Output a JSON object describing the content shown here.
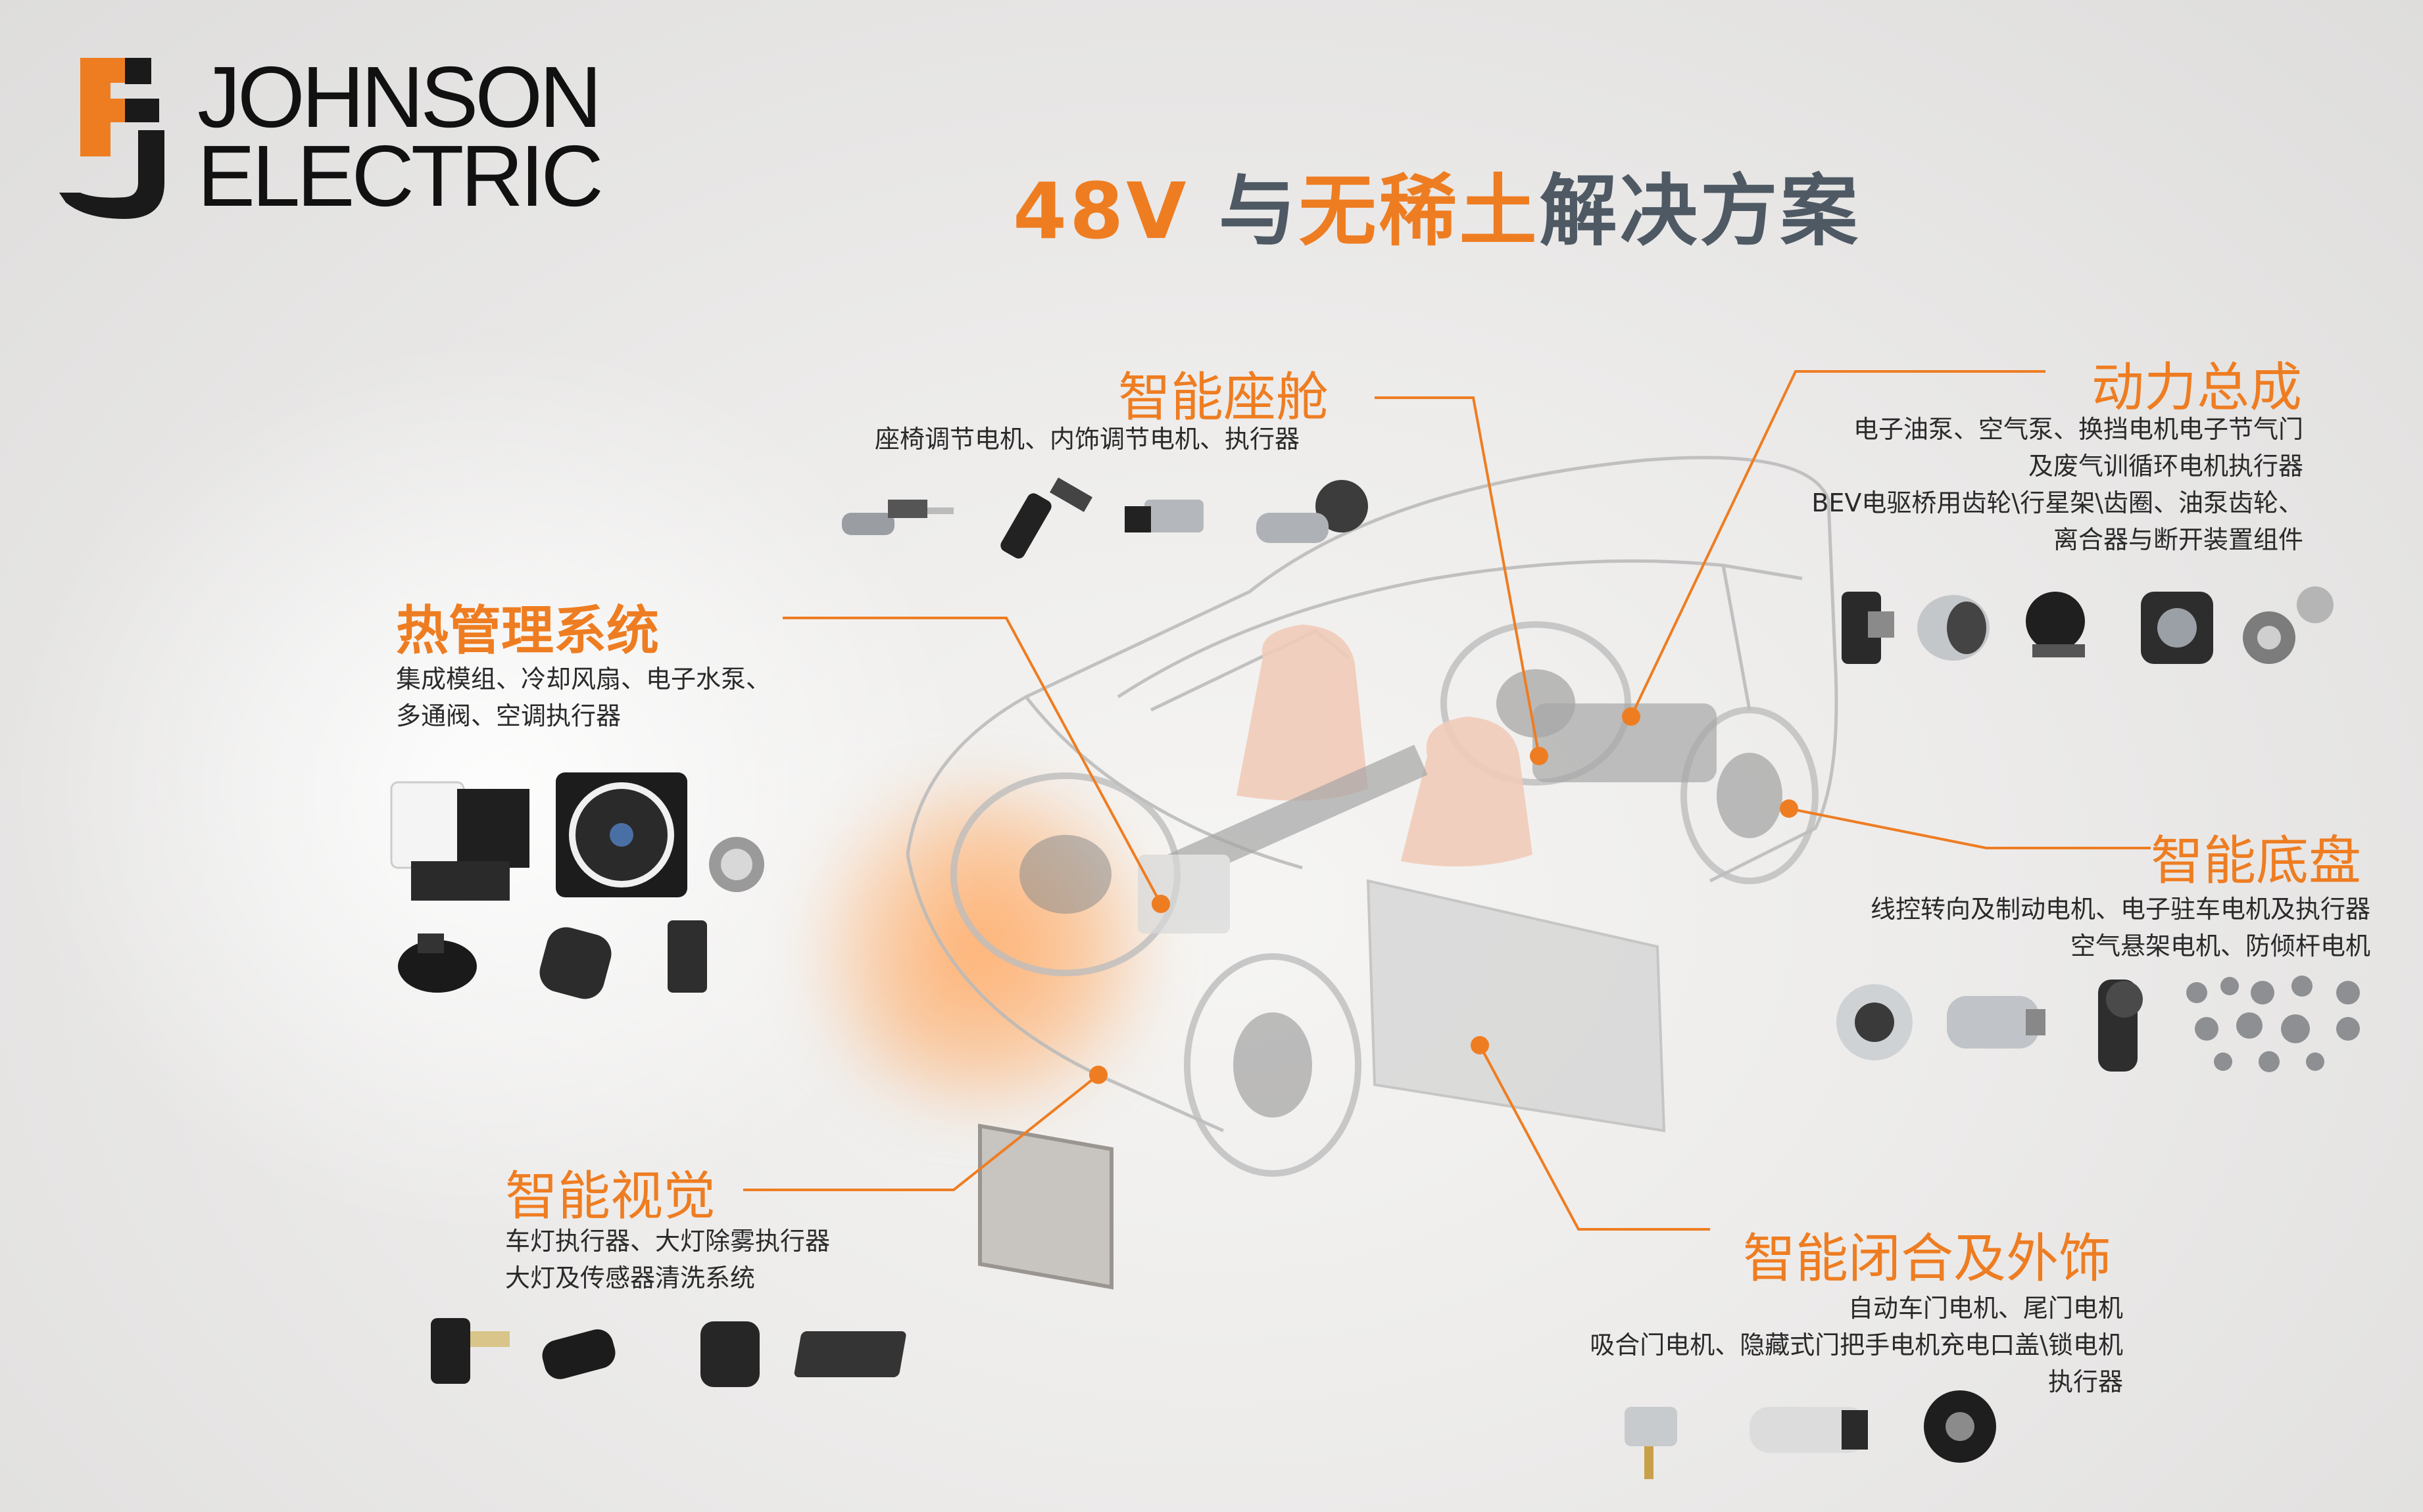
{
  "brand": {
    "line1": "JOHNSON",
    "line2": "ELECTRIC",
    "colors": {
      "orange": "#ee7d22",
      "black": "#1a1a1a"
    }
  },
  "headline": {
    "part1": "48V",
    "part2": "与",
    "part3": "无稀土",
    "part4": "解决方案"
  },
  "sections": {
    "cockpit": {
      "title": "智能座舱",
      "lines": [
        "座椅调节电机、内饰调节电机、执行器"
      ]
    },
    "thermal": {
      "title": "热管理系统",
      "lines": [
        "集成模组、冷却风扇、电子水泵、",
        "多通阀、空调执行器"
      ]
    },
    "powertrain": {
      "title": "动力总成",
      "lines": [
        "电子油泵、空气泵、换挡电机电子节气门",
        "及废气训循环电机执行器",
        "BEV电驱桥用齿轮\\行星架\\齿圈、油泵齿轮、",
        "离合器与断开装置组件"
      ]
    },
    "chassis": {
      "title": "智能底盘",
      "lines": [
        "线控转向及制动电机、电子驻车电机及执行器",
        "空气悬架电机、防倾杆电机"
      ]
    },
    "vision": {
      "title": "智能视觉",
      "lines": [
        "车灯执行器、大灯除雾执行器",
        "大灯及传感器清洗系统"
      ]
    },
    "closure": {
      "title": "智能闭合及外饰",
      "lines": [
        "自动车门电机、尾门电机",
        "吸合门电机、隐藏式门把手电机充电口盖\\锁电机",
        "执行器"
      ]
    }
  }
}
